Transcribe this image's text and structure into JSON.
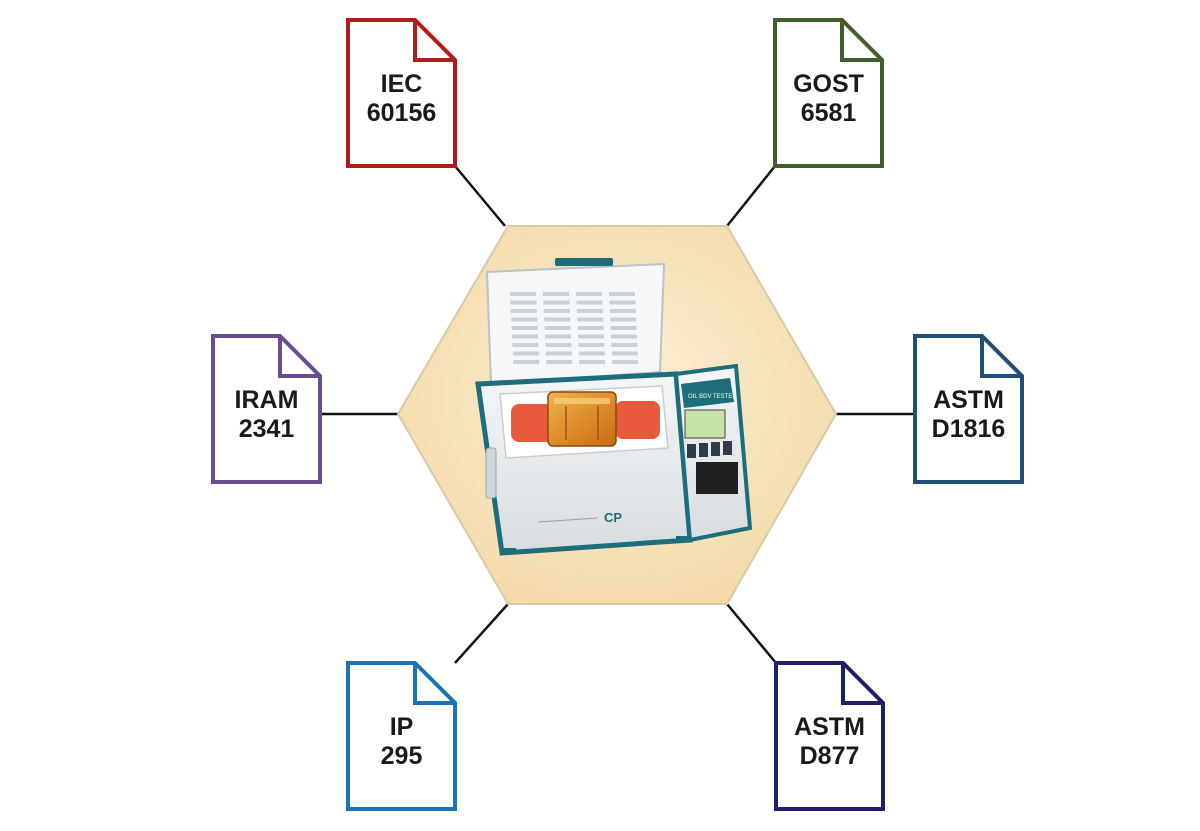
{
  "hub": {
    "product_photo": "oil-dielectric-strength-tester",
    "fill_color": "#f8e3b6",
    "panel_label": "OIL BDV TESTER",
    "brand_label": "CP"
  },
  "connector_color": "#111111",
  "documents": [
    {
      "id": "iec",
      "line1": "IEC",
      "line2": "60156",
      "color": "#b31b1b"
    },
    {
      "id": "gost",
      "line1": "GOST",
      "line2": "6581",
      "color": "#3f5f2a"
    },
    {
      "id": "iram",
      "line1": "IRAM",
      "line2": "2341",
      "color": "#6b4c93"
    },
    {
      "id": "astm-d1816",
      "line1": "ASTM",
      "line2": "D1816",
      "color": "#1f4e79"
    },
    {
      "id": "ip",
      "line1": "IP",
      "line2": "295",
      "color": "#1a73b8"
    },
    {
      "id": "astm-d877",
      "line1": "ASTM",
      "line2": "D877",
      "color": "#1c1f6b"
    }
  ]
}
